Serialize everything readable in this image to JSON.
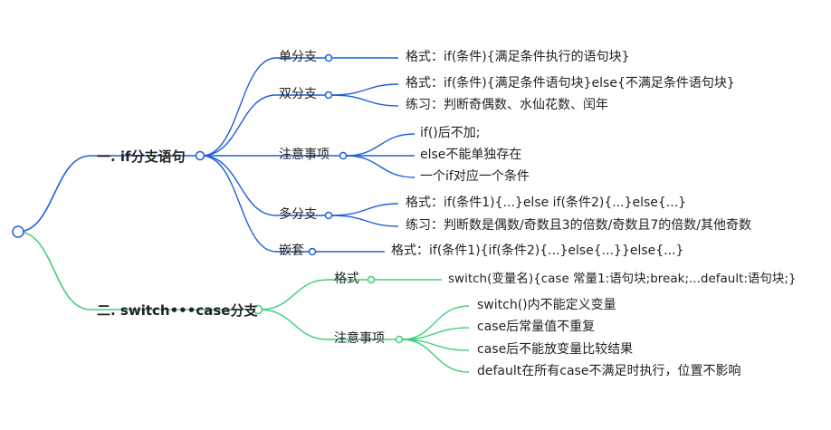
{
  "mindmap": {
    "branches": [
      {
        "label": "一.  if分支语句",
        "color": "#1e5fd8",
        "children": [
          {
            "label": "单分支",
            "children": [
              {
                "label": "格式：if(条件){满足条件执行的语句块}"
              }
            ]
          },
          {
            "label": "双分支",
            "children": [
              {
                "label": "格式：if(条件){满足条件语句块}else{不满足条件语句块}"
              },
              {
                "label": "练习：判断奇偶数、水仙花数、闰年"
              }
            ]
          },
          {
            "label": "注意事项",
            "children": [
              {
                "label": "if()后不加;"
              },
              {
                "label": "else不能单独存在"
              },
              {
                "label": "一个if对应一个条件"
              }
            ]
          },
          {
            "label": "多分支",
            "children": [
              {
                "label": "格式：if(条件1){...}else if(条件2){...}else{...}"
              },
              {
                "label": "练习：判断数是偶数/奇数且3的倍数/奇数且7的倍数/其他奇数"
              }
            ]
          },
          {
            "label": "嵌套",
            "children": [
              {
                "label": "格式：if(条件1){if(条件2){...}else{...}}else{...}"
              }
            ]
          }
        ]
      },
      {
        "label": "二.  switch•••case分支",
        "color": "#3fcf7a",
        "children": [
          {
            "label": "格式",
            "children": [
              {
                "label": "switch(变量名){case 常量1:语句块;break;...default:语句块;}"
              }
            ]
          },
          {
            "label": "注意事项",
            "children": [
              {
                "label": "switch()内不能定义变量"
              },
              {
                "label": "case后常量值不重复"
              },
              {
                "label": "case后不能放变量比较结果"
              },
              {
                "label": "default在所有case不满足时执行，位置不影响"
              }
            ]
          }
        ]
      }
    ]
  }
}
